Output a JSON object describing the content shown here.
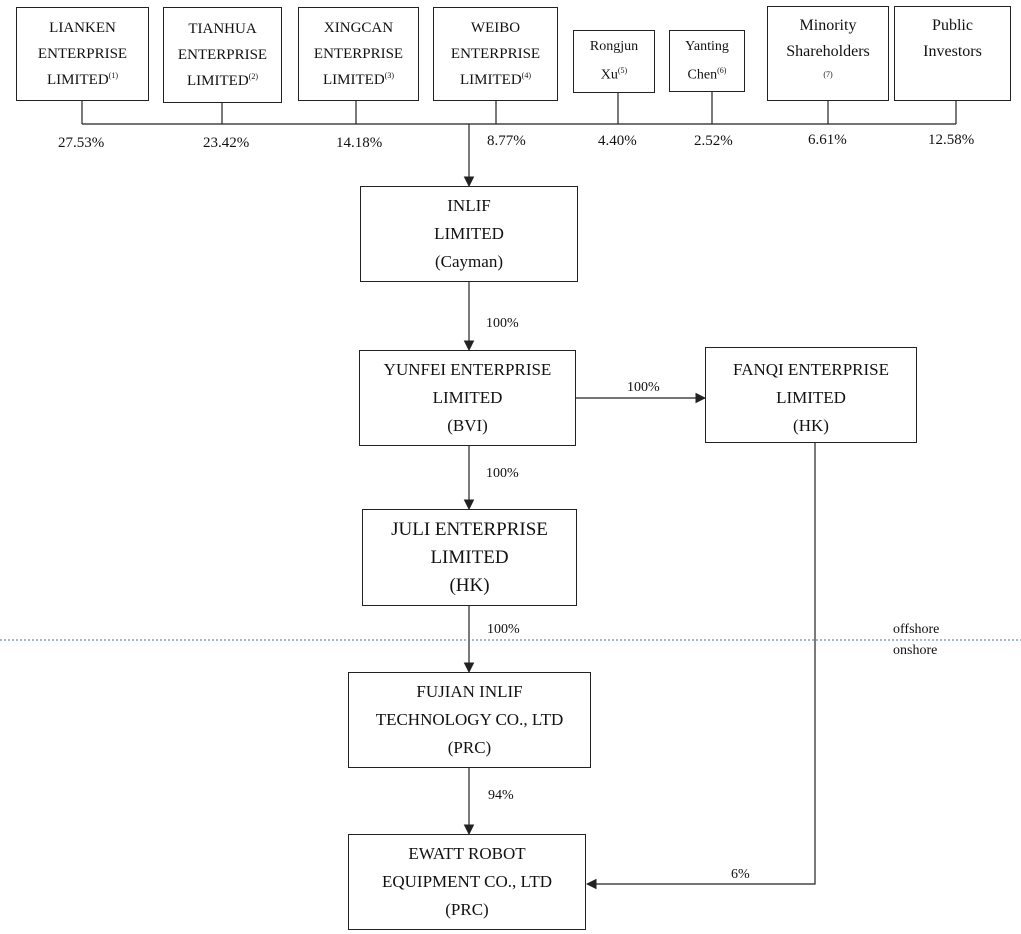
{
  "shareholders": [
    {
      "lines": [
        "LIANKEN",
        "ENTERPRISE",
        "LIMITED"
      ],
      "note": "(1)",
      "pct": "27.53%"
    },
    {
      "lines": [
        "TIANHUA",
        "ENTERPRISE",
        "LIMITED"
      ],
      "note": "(2)",
      "pct": "23.42%"
    },
    {
      "lines": [
        "XINGCAN",
        "ENTERPRISE",
        "LIMITED"
      ],
      "note": "(3)",
      "pct": "14.18%"
    },
    {
      "lines": [
        "WEIBO",
        "ENTERPRISE",
        "LIMITED"
      ],
      "note": "(4)",
      "pct": "8.77%"
    },
    {
      "lines": [
        "Rongjun",
        "Xu"
      ],
      "note": "(5)",
      "pct": "4.40%"
    },
    {
      "lines": [
        "Yanting",
        "Chen"
      ],
      "note": "(6)",
      "pct": "2.52%"
    },
    {
      "lines": [
        "Minority",
        "Shareholders",
        ""
      ],
      "note": "(7)",
      "pct": "6.61%"
    },
    {
      "lines": [
        "Public",
        "Investors"
      ],
      "note": "",
      "pct": "12.58%"
    }
  ],
  "entities": {
    "inlif": {
      "lines": [
        "INLIF",
        "LIMITED",
        "(Cayman)"
      ]
    },
    "yunfei": {
      "lines": [
        "YUNFEI ENTERPRISE",
        "LIMITED",
        "(BVI)"
      ]
    },
    "fanqi": {
      "lines": [
        "FANQI ENTERPRISE",
        "LIMITED",
        "(HK)"
      ]
    },
    "juli": {
      "lines": [
        "JULI ENTERPRISE",
        "LIMITED",
        "(HK)"
      ]
    },
    "fujian": {
      "lines": [
        "FUJIAN INLIF",
        "TECHNOLOGY CO., LTD",
        "(PRC)"
      ]
    },
    "ewatt": {
      "lines": [
        "EWATT ROBOT",
        "EQUIPMENT CO., LTD",
        "(PRC)"
      ]
    }
  },
  "ownership": {
    "inlif_to_yunfei": "100%",
    "yunfei_to_fanqi": "100%",
    "yunfei_to_juli": "100%",
    "juli_to_fujian": "100%",
    "fujian_to_ewatt": "94%",
    "fanqi_to_ewatt": "6%"
  },
  "boundary": {
    "above": "offshore",
    "below": "onshore",
    "line_color": "#4a6fb5"
  },
  "line_color": "#222222"
}
